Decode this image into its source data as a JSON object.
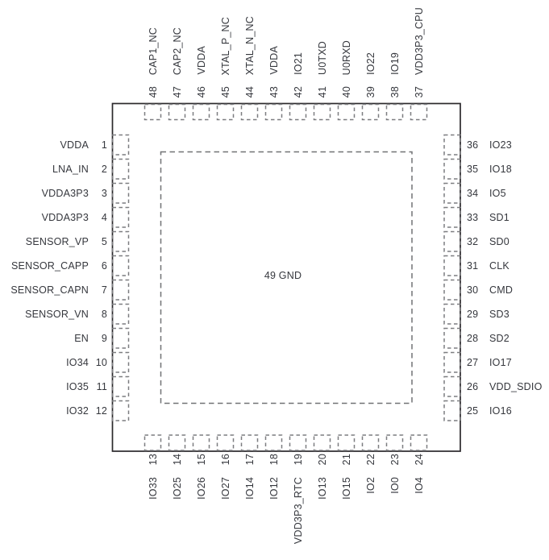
{
  "figure": {
    "center_pad": {
      "label": "49 GND"
    }
  },
  "colors": {
    "background": "#ffffff",
    "outline": "#2b292c",
    "pin_dash": "#7c7d80",
    "pad_dash": "#717275",
    "text": "#35373d"
  },
  "pins": {
    "left": [
      {
        "number": "1",
        "label": "VDDA"
      },
      {
        "number": "2",
        "label": "LNA_IN"
      },
      {
        "number": "3",
        "label": "VDDA3P3"
      },
      {
        "number": "4",
        "label": "VDDA3P3"
      },
      {
        "number": "5",
        "label": "SENSOR_VP"
      },
      {
        "number": "6",
        "label": "SENSOR_CAPP"
      },
      {
        "number": "7",
        "label": "SENSOR_CAPN"
      },
      {
        "number": "8",
        "label": "SENSOR_VN"
      },
      {
        "number": "9",
        "label": "EN"
      },
      {
        "number": "10",
        "label": "IO34"
      },
      {
        "number": "11",
        "label": "IO35"
      },
      {
        "number": "12",
        "label": "IO32"
      }
    ],
    "top": [
      {
        "number": "48",
        "label": "CAP1_NC"
      },
      {
        "number": "47",
        "label": "CAP2_NC"
      },
      {
        "number": "46",
        "label": "VDDA"
      },
      {
        "number": "45",
        "label": "XTAL_P_NC"
      },
      {
        "number": "44",
        "label": "XTAL_N_NC"
      },
      {
        "number": "43",
        "label": "VDDA"
      },
      {
        "number": "42",
        "label": "IO21"
      },
      {
        "number": "41",
        "label": "U0TXD"
      },
      {
        "number": "40",
        "label": "U0RXD"
      },
      {
        "number": "39",
        "label": "IO22"
      },
      {
        "number": "38",
        "label": "IO19"
      },
      {
        "number": "37",
        "label": "VDD3P3_CPU"
      }
    ],
    "right": [
      {
        "number": "36",
        "label": "IO23"
      },
      {
        "number": "35",
        "label": "IO18"
      },
      {
        "number": "34",
        "label": "IO5"
      },
      {
        "number": "33",
        "label": "SD1"
      },
      {
        "number": "32",
        "label": "SD0"
      },
      {
        "number": "31",
        "label": "CLK"
      },
      {
        "number": "30",
        "label": "CMD"
      },
      {
        "number": "29",
        "label": "SD3"
      },
      {
        "number": "28",
        "label": "SD2"
      },
      {
        "number": "27",
        "label": "IO17"
      },
      {
        "number": "26",
        "label": "VDD_SDIO"
      },
      {
        "number": "25",
        "label": "IO16"
      }
    ],
    "bottom": [
      {
        "number": "13",
        "label": "IO33"
      },
      {
        "number": "14",
        "label": "IO25"
      },
      {
        "number": "15",
        "label": "IO26"
      },
      {
        "number": "16",
        "label": "IO27"
      },
      {
        "number": "17",
        "label": "IO14"
      },
      {
        "number": "18",
        "label": "IO12"
      },
      {
        "number": "19",
        "label": "VDD3P3_RTC"
      },
      {
        "number": "20",
        "label": "IO13"
      },
      {
        "number": "21",
        "label": "IO15"
      },
      {
        "number": "22",
        "label": "IO2"
      },
      {
        "number": "23",
        "label": "IO0"
      },
      {
        "number": "24",
        "label": "IO4"
      }
    ]
  }
}
